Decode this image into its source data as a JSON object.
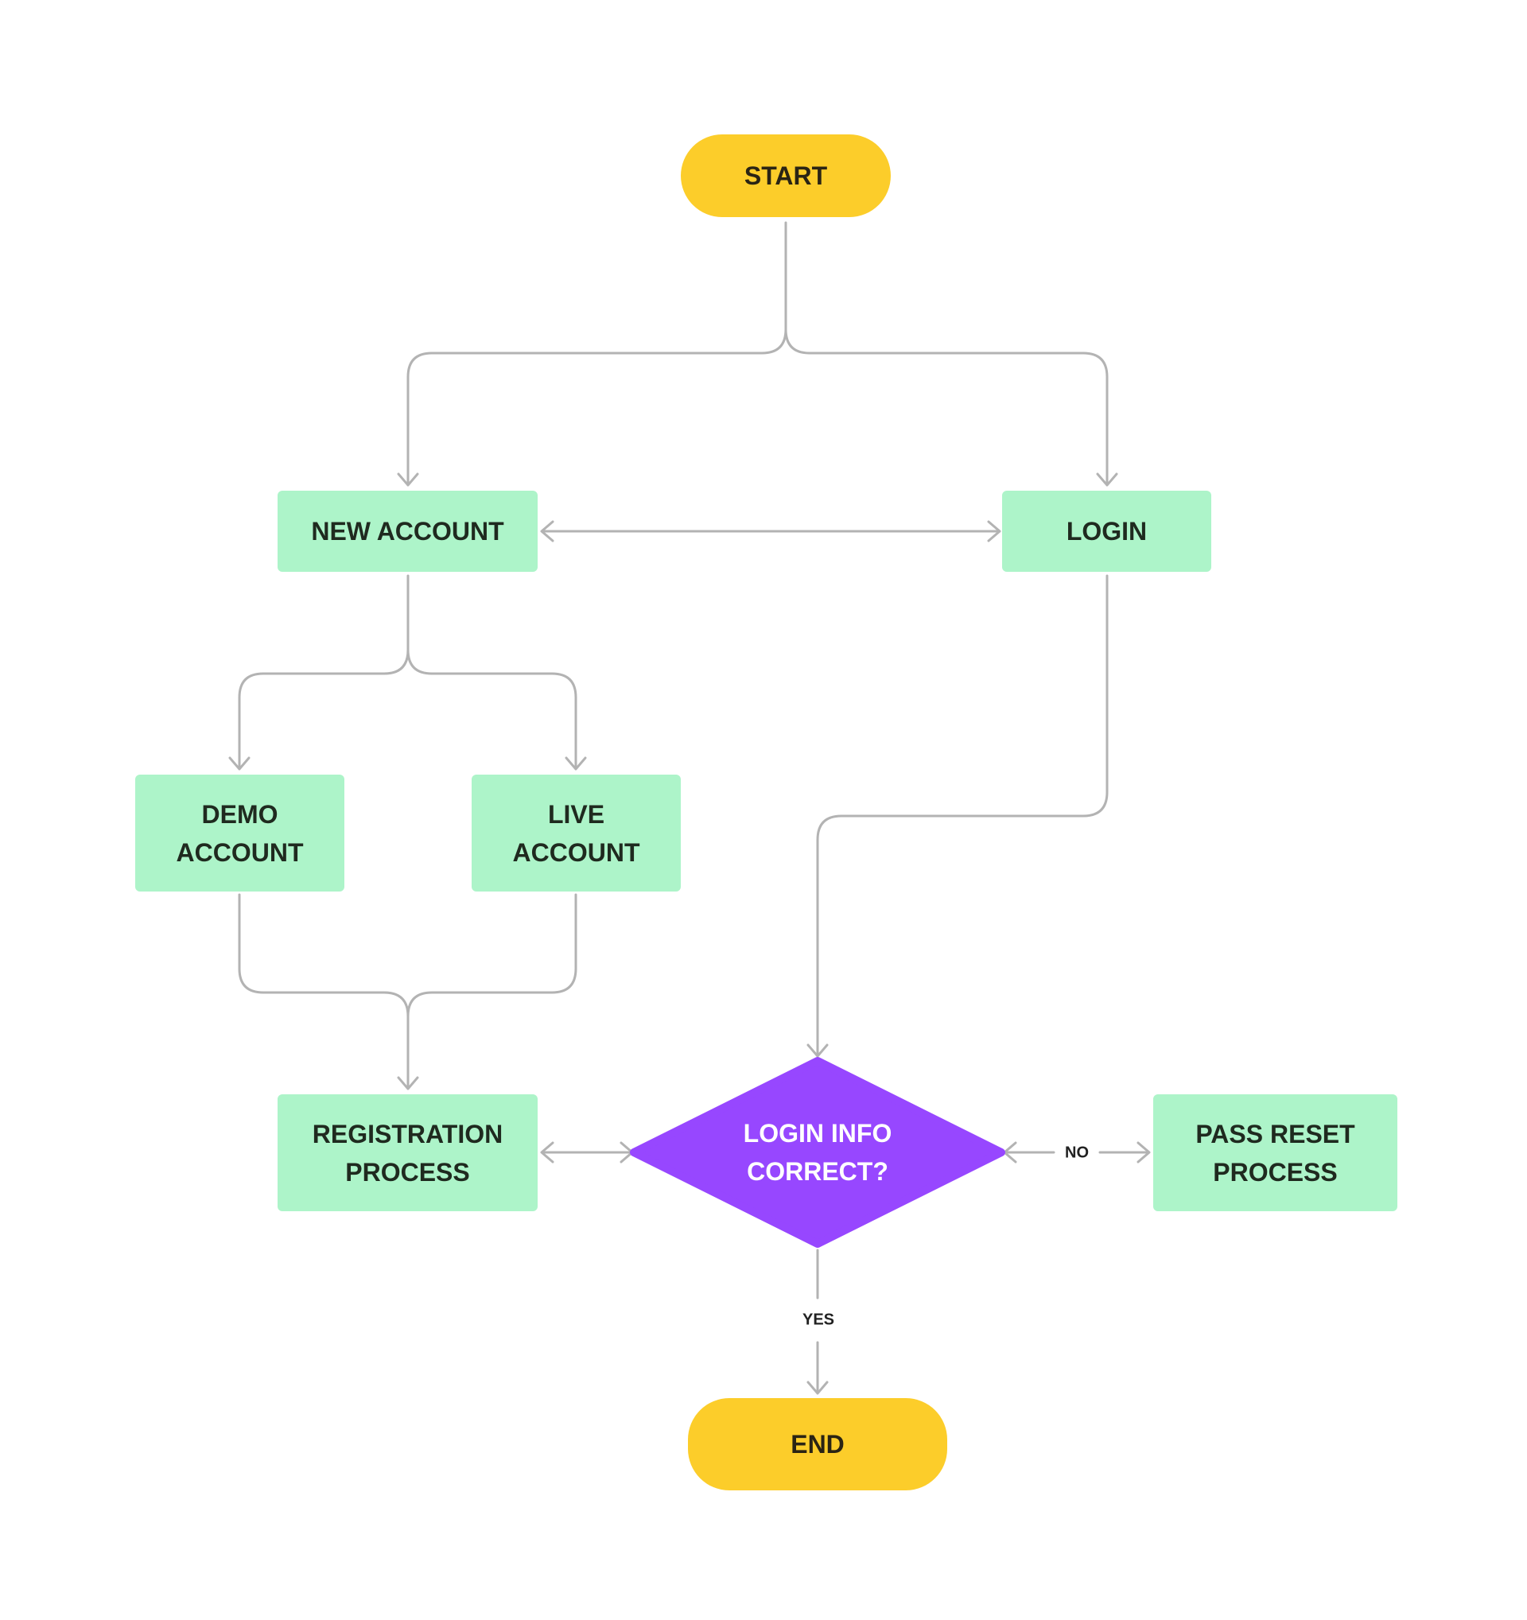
{
  "colors": {
    "terminal": "#fccd2a",
    "process": "#adf4c9",
    "decision": "#9747ff",
    "connector": "#b3b3b3"
  },
  "nodes": {
    "start": "START",
    "new_account": "NEW ACCOUNT",
    "login": "LOGIN",
    "demo_account": [
      "DEMO",
      "ACCOUNT"
    ],
    "live_account": [
      "LIVE",
      "ACCOUNT"
    ],
    "registration": [
      "REGISTRATION",
      "PROCESS"
    ],
    "decision": [
      "LOGIN INFO",
      "CORRECT?"
    ],
    "pass_reset": [
      "PASS RESET",
      "PROCESS"
    ],
    "end": "END"
  },
  "edges": {
    "no_label": "NO",
    "yes_label": "YES"
  },
  "connections": [
    {
      "from": "START",
      "to": "NEW ACCOUNT"
    },
    {
      "from": "START",
      "to": "LOGIN"
    },
    {
      "from": "NEW ACCOUNT",
      "to": "LOGIN",
      "bidirectional": true
    },
    {
      "from": "NEW ACCOUNT",
      "to": "DEMO ACCOUNT"
    },
    {
      "from": "NEW ACCOUNT",
      "to": "LIVE ACCOUNT"
    },
    {
      "from": "DEMO ACCOUNT",
      "to": "REGISTRATION PROCESS"
    },
    {
      "from": "LIVE ACCOUNT",
      "to": "REGISTRATION PROCESS"
    },
    {
      "from": "LOGIN",
      "to": "LOGIN INFO CORRECT?"
    },
    {
      "from": "REGISTRATION PROCESS",
      "to": "LOGIN INFO CORRECT?",
      "bidirectional": true
    },
    {
      "from": "LOGIN INFO CORRECT?",
      "to": "PASS RESET PROCESS",
      "label": "NO",
      "bidirectional": true
    },
    {
      "from": "LOGIN INFO CORRECT?",
      "to": "END",
      "label": "YES"
    }
  ]
}
